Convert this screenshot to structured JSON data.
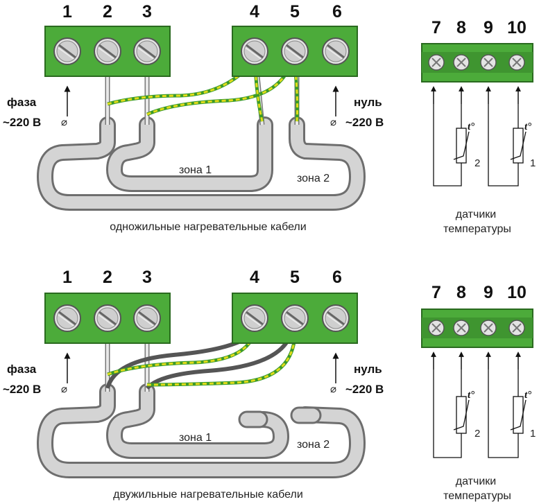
{
  "top": {
    "terminals": [
      "1",
      "2",
      "3",
      "4",
      "5",
      "6",
      "7",
      "8",
      "9",
      "10"
    ],
    "phase": [
      "фаза",
      "~220 В"
    ],
    "neutral": [
      "нуль",
      "~220 В"
    ],
    "zone1": "зона 1",
    "zone2": "зона 2",
    "caption": "одножильные нагревательные кабели",
    "sensor_nums": [
      "2",
      "1"
    ],
    "sensors_caption": [
      "датчики",
      "температуры"
    ]
  },
  "bottom": {
    "terminals": [
      "1",
      "2",
      "3",
      "4",
      "5",
      "6",
      "7",
      "8",
      "9",
      "10"
    ],
    "phase": [
      "фаза",
      "~220 В"
    ],
    "neutral": [
      "нуль",
      "~220 В"
    ],
    "zone1": "зона 1",
    "zone2": "зона 2",
    "caption": "двужильные нагревательные кабели",
    "sensor_nums": [
      "2",
      "1"
    ],
    "sensors_caption": [
      "датчики",
      "температуры"
    ]
  },
  "sensor_symbol": "t°",
  "colors": {
    "block_green": "#4cab3a",
    "block_border": "#2a6a1f",
    "cable_gray": "#c8c8c8",
    "cable_outline": "#6e6e6e",
    "wire_yellow": "#e2dc1a",
    "wire_green": "#3a9a2a",
    "wire_dark": "#555555"
  }
}
